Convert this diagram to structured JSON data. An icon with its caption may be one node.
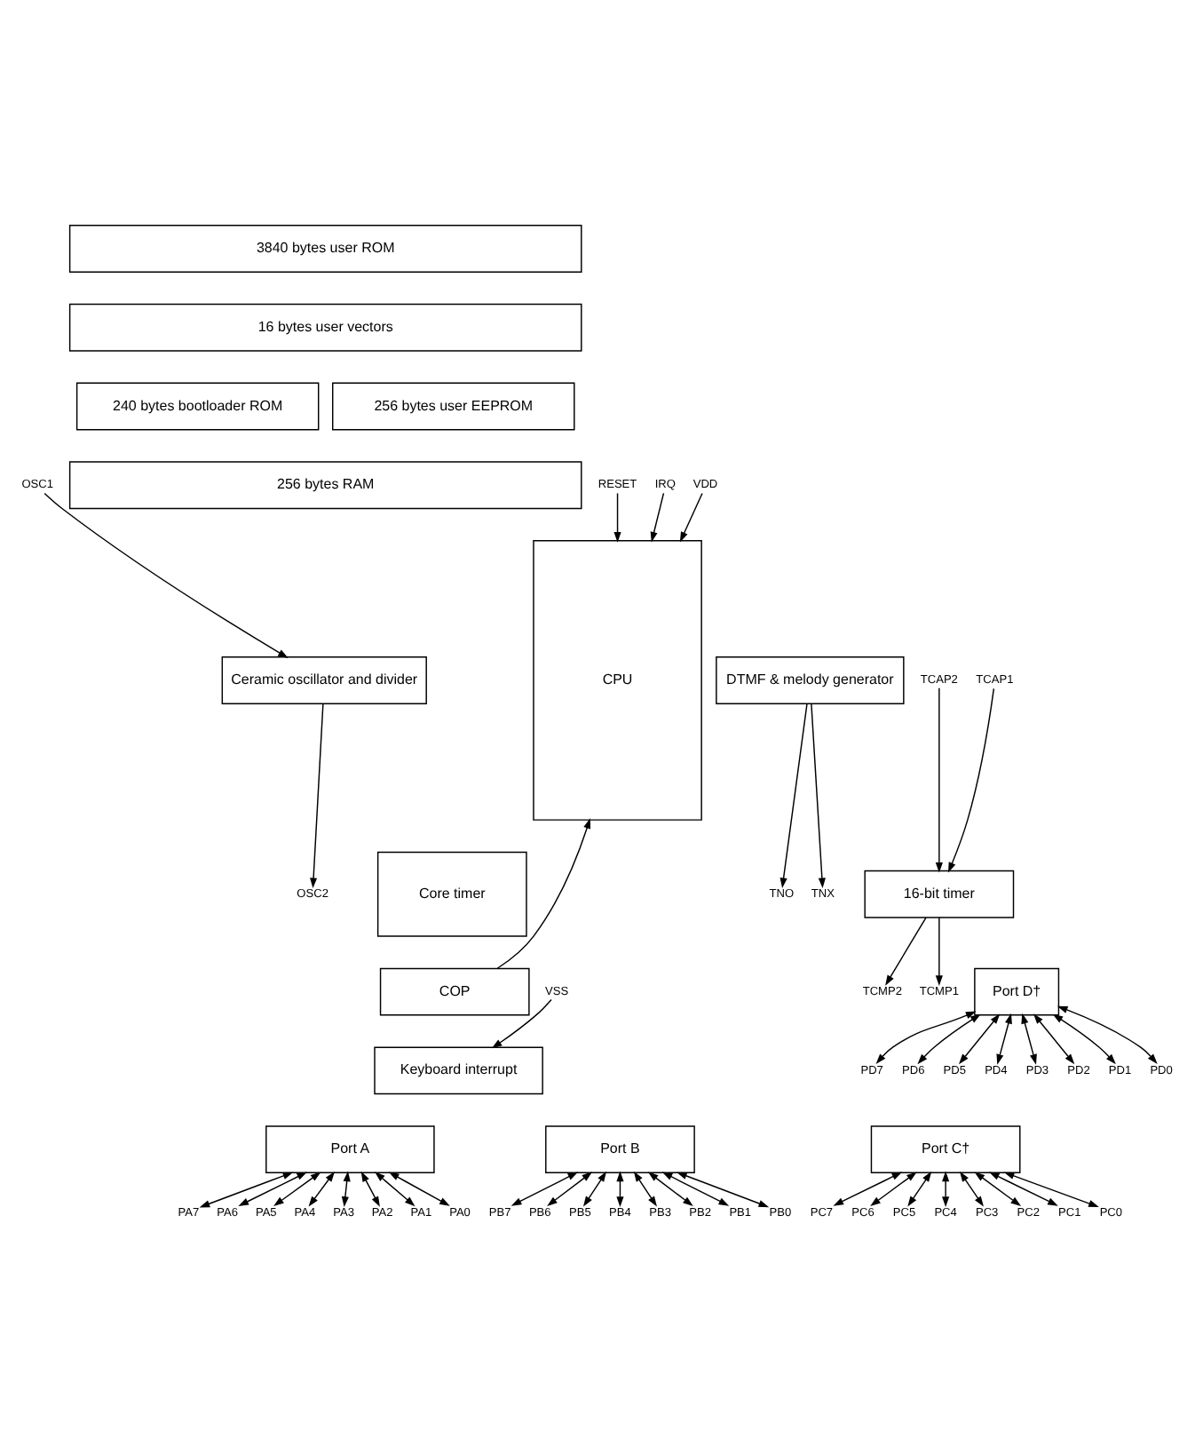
{
  "diagram": {
    "nodes": [
      {
        "text": [
          "3840 bytes user ROM"
        ]
      },
      {
        "text": [
          "16 bytes user vectors"
        ]
      },
      {
        "text": [
          "240 bytes bootloader ROM"
        ]
      },
      {
        "text": [
          "256 bytes user EEPROM"
        ]
      },
      {
        "text": [
          "256 bytes RAM"
        ]
      },
      {
        "text": [
          "OSC1"
        ]
      },
      {
        "text": [
          "OSC2"
        ]
      },
      {
        "text": [
          "Ceramic oscillator and divider"
        ]
      },
      {
        "text": [
          "CPU"
        ]
      },
      {
        "text": [
          "DTMF & melody generator"
        ]
      },
      {
        "text": [
          "TNO"
        ]
      },
      {
        "text": [
          "TNX"
        ]
      },
      {
        "text": [
          "Core timer"
        ]
      },
      {
        "text": [
          "COP"
        ]
      },
      {
        "text": [
          "16-bit timer"
        ]
      },
      {
        "text": [
          "TCMP2"
        ]
      },
      {
        "text": [
          "TCAP2"
        ]
      },
      {
        "text": [
          "TCMP1"
        ]
      },
      {
        "text": [
          "TCAP1"
        ]
      },
      {
        "text": [
          "Port D†"
        ]
      },
      {
        "text": [
          "PD7"
        ]
      },
      {
        "text": [
          "PD6"
        ]
      },
      {
        "text": [
          "PD5"
        ]
      },
      {
        "text": [
          "PD4"
        ]
      },
      {
        "text": [
          "PD3"
        ]
      },
      {
        "text": [
          "PD2"
        ]
      },
      {
        "text": [
          "PD1"
        ]
      },
      {
        "text": [
          "PD0"
        ]
      },
      {
        "text": [
          "RESET"
        ]
      },
      {
        "text": [
          "IRQ"
        ]
      },
      {
        "text": [
          "VDD"
        ]
      },
      {
        "text": [
          "VSS"
        ]
      },
      {
        "text": [
          "Keyboard interrupt"
        ]
      },
      {
        "text": [
          "Port A"
        ]
      },
      {
        "text": [
          "Port B"
        ]
      },
      {
        "text": [
          "Port C†"
        ]
      },
      {
        "text": [
          "PA7"
        ]
      },
      {
        "text": [
          "PA6"
        ]
      },
      {
        "text": [
          "PA5"
        ]
      },
      {
        "text": [
          "PA4"
        ]
      },
      {
        "text": [
          "PA3"
        ]
      },
      {
        "text": [
          "PA2"
        ]
      },
      {
        "text": [
          "PA1"
        ]
      },
      {
        "text": [
          "PA0"
        ]
      },
      {
        "text": [
          "PB7"
        ]
      },
      {
        "text": [
          "PB6"
        ]
      },
      {
        "text": [
          "PB5"
        ]
      },
      {
        "text": [
          "PB4"
        ]
      },
      {
        "text": [
          "PB3"
        ]
      },
      {
        "text": [
          "PB2"
        ]
      },
      {
        "text": [
          "PB1"
        ]
      },
      {
        "text": [
          "PB0"
        ]
      },
      {
        "text": [
          "PC7"
        ]
      },
      {
        "text": [
          "PC6"
        ]
      },
      {
        "text": [
          "PC5"
        ]
      },
      {
        "text": [
          "PC4"
        ]
      },
      {
        "text": [
          "PC3"
        ]
      },
      {
        "text": [
          "PC2"
        ]
      },
      {
        "text": [
          "PC1"
        ]
      },
      {
        "text": [
          "PC0"
        ]
      }
    ],
    "edges": [
      {
        "from": 5,
        "to": 7,
        "arrow": "to"
      },
      {
        "from": 7,
        "to": 6,
        "arrow": "to"
      },
      {
        "from": 9,
        "to": 10,
        "arrow": "to"
      },
      {
        "from": 9,
        "to": 11,
        "arrow": "to"
      },
      {
        "from": 14,
        "to": 15,
        "arrow": "to"
      },
      {
        "from": 16,
        "to": 14,
        "arrow": "to"
      },
      {
        "from": 14,
        "to": 17,
        "arrow": "to"
      },
      {
        "from": 18,
        "to": 14,
        "arrow": "to"
      },
      {
        "from": 19,
        "to": 20,
        "arrow": "both"
      },
      {
        "from": 19,
        "to": 21,
        "arrow": "both"
      },
      {
        "from": 19,
        "to": 22,
        "arrow": "both"
      },
      {
        "from": 19,
        "to": 23,
        "arrow": "both"
      },
      {
        "from": 19,
        "to": 24,
        "arrow": "both"
      },
      {
        "from": 19,
        "to": 25,
        "arrow": "both"
      },
      {
        "from": 19,
        "to": 26,
        "arrow": "both"
      },
      {
        "from": 19,
        "to": 27,
        "arrow": "both"
      },
      {
        "from": 28,
        "to": 8,
        "arrow": "to"
      },
      {
        "from": 13,
        "to": 8,
        "arrow": "to"
      },
      {
        "from": 29,
        "to": 8,
        "arrow": "to"
      },
      {
        "from": 30,
        "to": 8,
        "arrow": "to"
      },
      {
        "from": 31,
        "to": 32,
        "arrow": "to"
      },
      {
        "from": 33,
        "to": 36,
        "arrow": "both"
      },
      {
        "from": 33,
        "to": 37,
        "arrow": "both"
      },
      {
        "from": 33,
        "to": 38,
        "arrow": "both"
      },
      {
        "from": 33,
        "to": 39,
        "arrow": "both"
      },
      {
        "from": 33,
        "to": 40,
        "arrow": "both"
      },
      {
        "from": 33,
        "to": 41,
        "arrow": "both"
      },
      {
        "from": 33,
        "to": 42,
        "arrow": "both"
      },
      {
        "from": 33,
        "to": 43,
        "arrow": "both"
      },
      {
        "from": 34,
        "to": 44,
        "arrow": "both"
      },
      {
        "from": 34,
        "to": 45,
        "arrow": "both"
      },
      {
        "from": 34,
        "to": 46,
        "arrow": "both"
      },
      {
        "from": 34,
        "to": 47,
        "arrow": "both"
      },
      {
        "from": 34,
        "to": 48,
        "arrow": "both"
      },
      {
        "from": 34,
        "to": 49,
        "arrow": "both"
      },
      {
        "from": 34,
        "to": 50,
        "arrow": "both"
      },
      {
        "from": 34,
        "to": 51,
        "arrow": "both"
      },
      {
        "from": 35,
        "to": 52,
        "arrow": "both"
      },
      {
        "from": 35,
        "to": 53,
        "arrow": "both"
      },
      {
        "from": 35,
        "to": 54,
        "arrow": "both"
      },
      {
        "from": 35,
        "to": 55,
        "arrow": "both"
      },
      {
        "from": 35,
        "to": 56,
        "arrow": "both"
      },
      {
        "from": 35,
        "to": 57,
        "arrow": "both"
      },
      {
        "from": 35,
        "to": 58,
        "arrow": "both"
      },
      {
        "from": 35,
        "to": 59,
        "arrow": "both"
      }
    ]
  }
}
